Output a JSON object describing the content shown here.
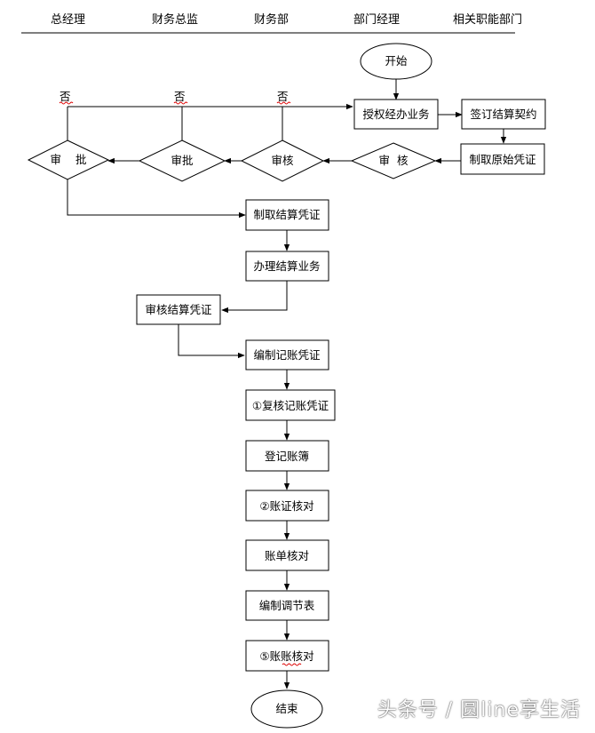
{
  "lanes": [
    "总经理",
    "财务总监",
    "财务部",
    "部门经理",
    "相关职能部门"
  ],
  "nodes": {
    "start": "开始",
    "authorize": "授权经办业务",
    "sign": "签订结算契约",
    "make_original": "制取原始凭证",
    "review_dept": "审  核",
    "review_fin": "审核",
    "approve_cfo": "审批",
    "approve_gm": "审    批",
    "make_settle": "制取结算凭证",
    "handle_settle": "办理结算业务",
    "review_settle": "审核结算凭证",
    "compile_voucher": "编制记账凭证",
    "recheck_voucher": "①复核记账凭证",
    "post_ledger": "登记账簿",
    "reconcile_voucher": "②账证核对",
    "reconcile_ledger": "账单核对",
    "compile_adjust": "编制调节表",
    "reconcile_accounts": "⑤账账核对",
    "end": "结束"
  },
  "reject_labels": [
    "否",
    "否",
    "否"
  ],
  "watermark": "头条号 / 圆line享生活"
}
